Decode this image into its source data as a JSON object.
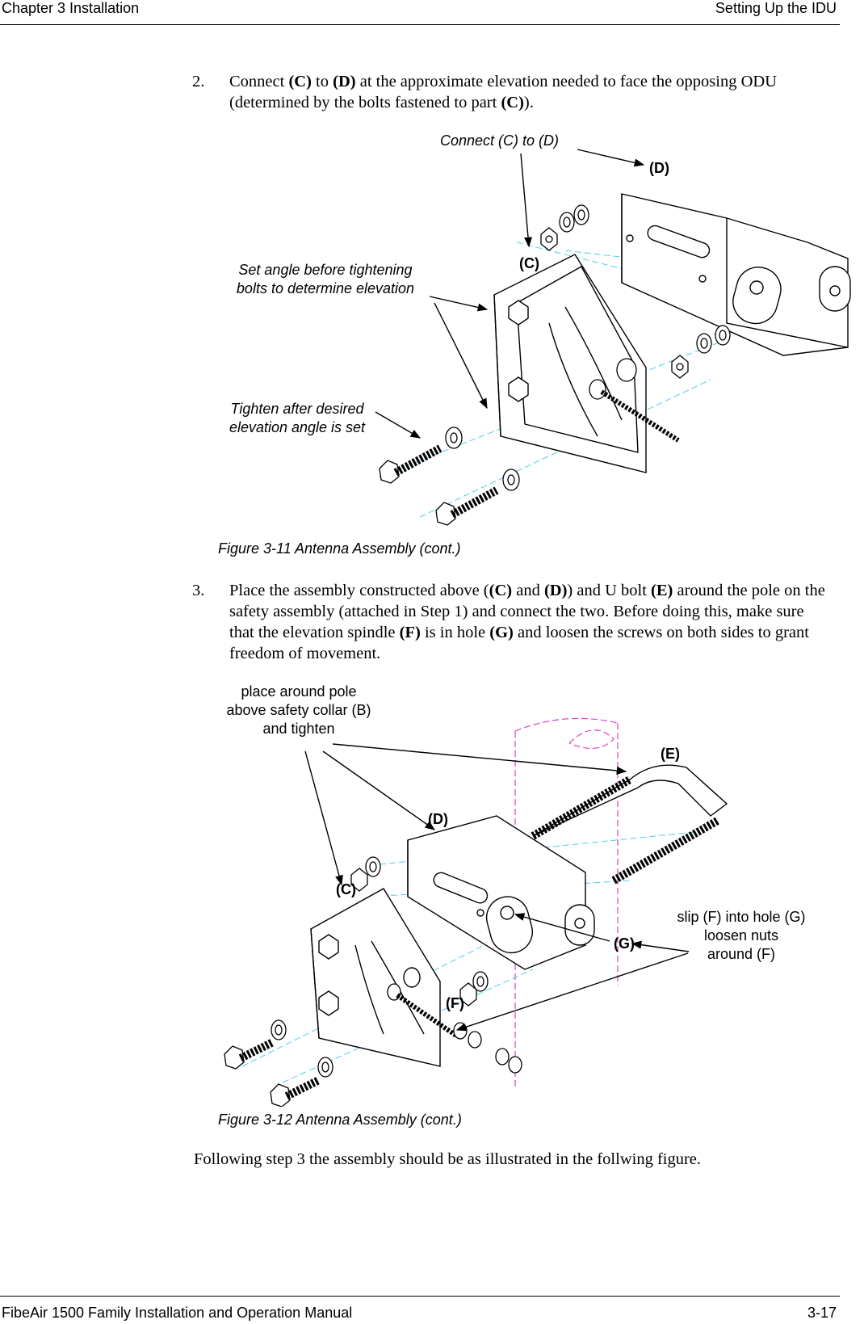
{
  "header": {
    "left": "Chapter 3  Installation",
    "right": "Setting Up the IDU"
  },
  "step2": {
    "number": "2.",
    "text_html": "Connect <b>(C)</b> to <b>(D)</b> at the approximate elevation needed to face the opposing ODU (determined by the bolts fastened to part <b>(C)</b>)."
  },
  "figure1": {
    "caption": "Figure 3-11  Antenna Assembly (cont.)",
    "labels": {
      "connect": "Connect (C) to (D)",
      "d": "(D)",
      "c": "(C)",
      "set_angle_1": "Set angle before tightening",
      "set_angle_2": "bolts to determine elevation",
      "tighten_1": "Tighten after desired",
      "tighten_2": "elevation angle is set"
    }
  },
  "step3": {
    "number": "3.",
    "text_html": "Place the assembly constructed above (<b>(C)</b> and <b>(D)</b>) and U bolt <b>(E)</b> around the pole on the safety assembly (attached in Step 1) and connect the two. Before doing this, make sure that the elevation spindle <b>(F)</b> is in hole <b>(G)</b> and loosen the screws on both sides to grant freedom of movement."
  },
  "figure2": {
    "caption": "Figure 3-12  Antenna Assembly (cont.)",
    "labels": {
      "place_1": "place around pole",
      "place_2": "above safety collar (B)",
      "place_3": "and tighten",
      "e": "(E)",
      "d": "(D)",
      "c": "(C)",
      "g": "(G)",
      "f": "(F)",
      "slip_1": "slip (F) into hole (G)",
      "slip_2": "loosen nuts",
      "slip_3": "around (F)"
    }
  },
  "following": "Following step 3 the assembly should be as illustrated in the follwing figure.",
  "footer": {
    "left": "FibeAir 1500 Family Installation and Operation Manual",
    "right": "3-17"
  }
}
